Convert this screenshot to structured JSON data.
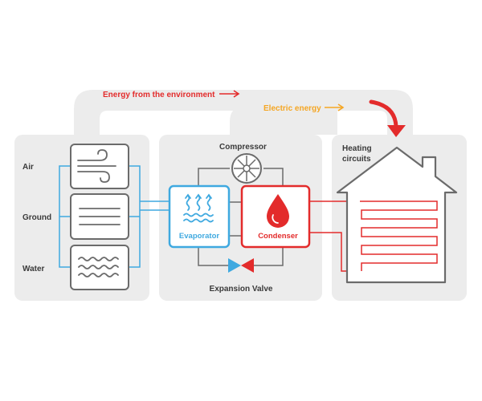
{
  "top_labels": {
    "environment_energy": "Energy from the environment",
    "electric_energy": "Electric energy"
  },
  "sources": {
    "air": "Air",
    "ground": "Ground",
    "water": "Water"
  },
  "components": {
    "compressor": "Compressor",
    "evaporator": "Evaporator",
    "condenser": "Condenser",
    "expansion_valve": "Expansion Valve"
  },
  "heating": {
    "line1": "Heating",
    "line2": "circuits"
  },
  "colors": {
    "panel": "#ececec",
    "outline": "#6b6b6b",
    "blue": "#3fa9e0",
    "red": "#e32b2b",
    "orange": "#f5a623",
    "text": "#3a3a3a"
  }
}
